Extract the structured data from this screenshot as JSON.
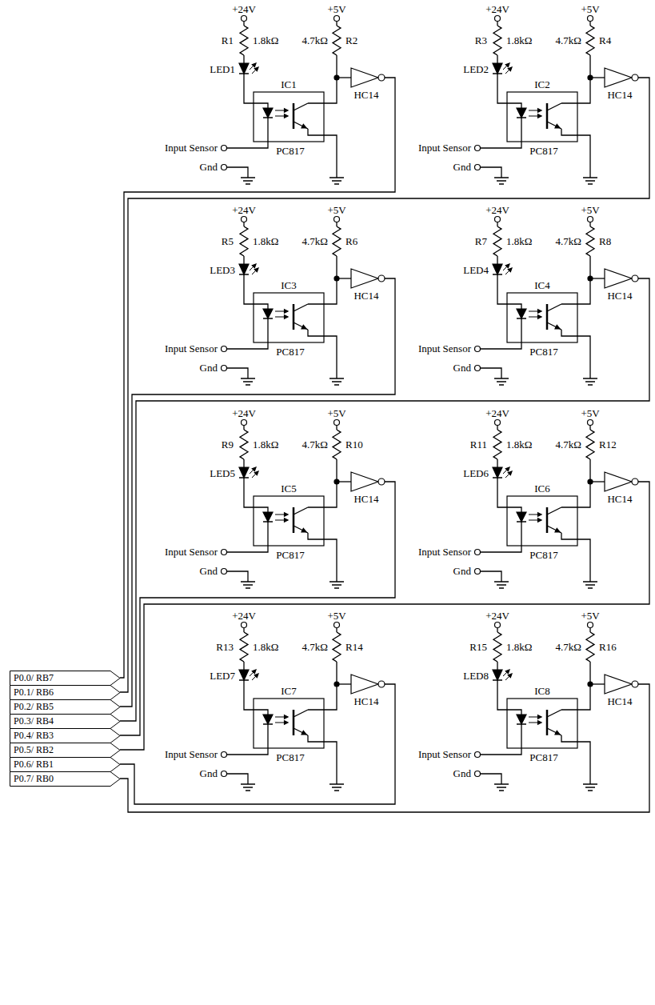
{
  "diagram": {
    "nodes": [
      {
        "text": [
          "P0.0/ RB7"
        ]
      },
      {
        "text": [
          "P0.1/ RB6"
        ]
      },
      {
        "text": [
          "P0.2/ RB5"
        ]
      },
      {
        "text": [
          "P0.3/ RB4"
        ]
      },
      {
        "text": [
          "P0.4/ RB3"
        ]
      },
      {
        "text": [
          "P0.5/ RB2"
        ]
      },
      {
        "text": [
          "P0.6/ RB1"
        ]
      },
      {
        "text": [
          "P0.7/ RB0"
        ]
      }
    ],
    "labels": [
      "+24V",
      "R1",
      "1.8kΩ",
      "LED1",
      "+5V",
      "4.7kΩ",
      "R2",
      "IC1",
      "HC14",
      "Input Sensor",
      "PC817",
      "Gnd",
      "+24V",
      "R3",
      "1.8kΩ",
      "LED2",
      "+5V",
      "4.7kΩ",
      "R4",
      "IC2",
      "HC14",
      "Input Sensor",
      "PC817",
      "Gnd",
      "+24V",
      "R5",
      "1.8kΩ",
      "LED3",
      "+5V",
      "4.7kΩ",
      "R6",
      "IC3",
      "HC14",
      "Input Sensor",
      "PC817",
      "Gnd",
      "+24V",
      "R7",
      "1.8kΩ",
      "LED4",
      "+5V",
      "4.7kΩ",
      "R8",
      "IC4",
      "HC14",
      "Input Sensor",
      "PC817",
      "Gnd",
      "+24V",
      "R9",
      "1.8kΩ",
      "LED5",
      "+5V",
      "4.7kΩ",
      "R10",
      "IC5",
      "HC14",
      "Input Sensor",
      "PC817",
      "Gnd",
      "+24V",
      "R11",
      "1.8kΩ",
      "LED6",
      "+5V",
      "4.7kΩ",
      "R12",
      "IC6",
      "HC14",
      "Input Sensor",
      "PC817",
      "Gnd",
      "+24V",
      "R13",
      "1.8kΩ",
      "LED7",
      "+5V",
      "4.7kΩ",
      "R14",
      "IC7",
      "HC14",
      "Input Sensor",
      "PC817",
      "Gnd",
      "+24V",
      "R15",
      "1.8kΩ",
      "LED8",
      "+5V",
      "4.7kΩ",
      "R16",
      "IC8",
      "HC14",
      "Input Sensor",
      "PC817",
      "Gnd"
    ]
  }
}
